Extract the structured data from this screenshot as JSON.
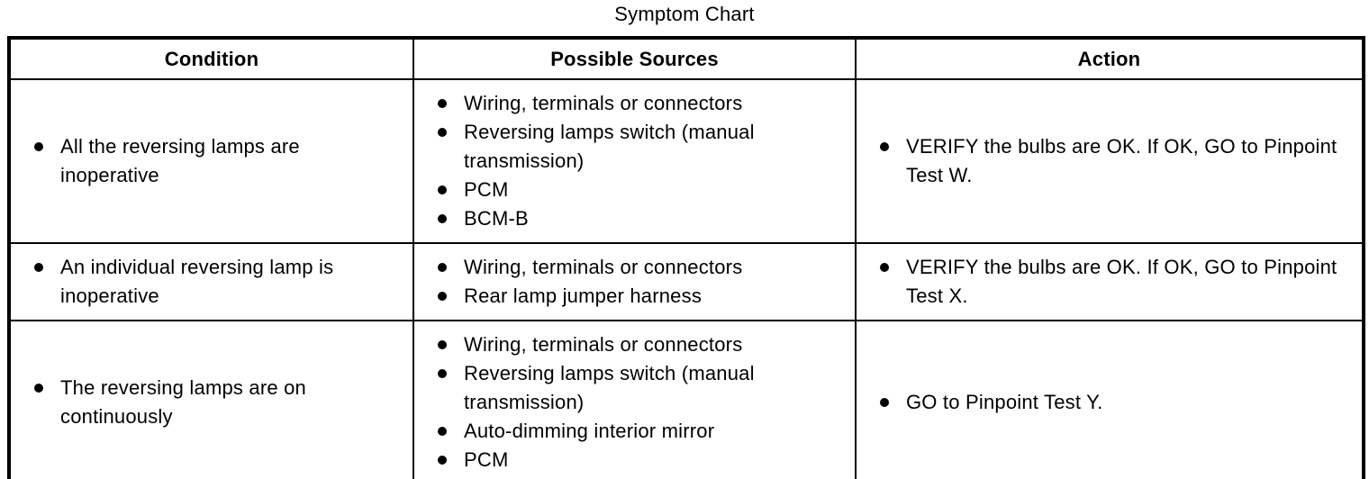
{
  "title": "Symptom Chart",
  "table": {
    "headers": [
      "Condition",
      "Possible Sources",
      "Action"
    ],
    "rows": [
      {
        "condition": [
          "All the reversing lamps are inoperative"
        ],
        "sources": [
          "Wiring, terminals or connectors",
          "Reversing lamps switch (manual transmission)",
          "PCM",
          "BCM-B"
        ],
        "action": [
          "VERIFY the bulbs are OK. If OK, GO to Pinpoint Test W."
        ]
      },
      {
        "condition": [
          "An individual reversing lamp is inoperative"
        ],
        "sources": [
          "Wiring, terminals or connectors",
          "Rear lamp jumper harness"
        ],
        "action": [
          "VERIFY the bulbs are OK. If OK, GO to Pinpoint Test X."
        ]
      },
      {
        "condition": [
          "The reversing lamps are on continuously"
        ],
        "sources": [
          "Wiring, terminals or connectors",
          "Reversing lamps switch (manual transmission)",
          "Auto-dimming interior mirror",
          "PCM"
        ],
        "action": [
          "GO to Pinpoint Test Y."
        ]
      }
    ]
  },
  "colors": {
    "text": "#000000",
    "border": "#000000",
    "background": "#ffffff"
  }
}
